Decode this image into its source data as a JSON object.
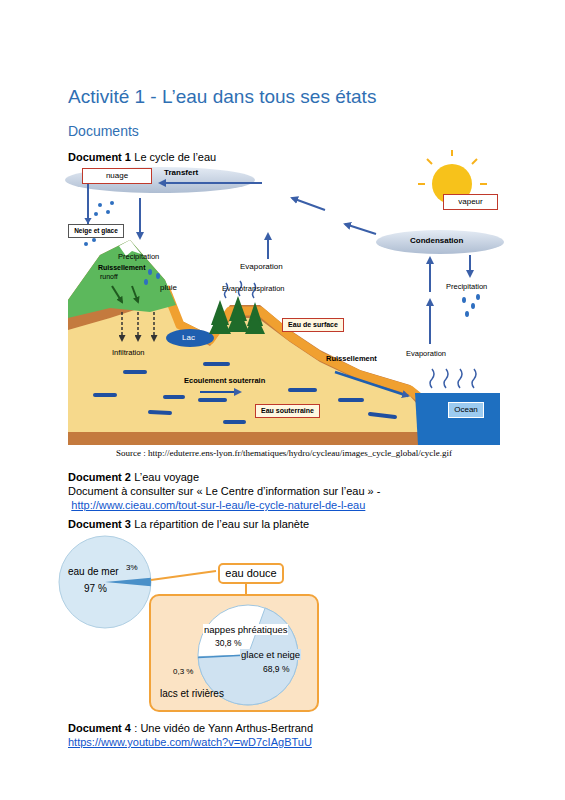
{
  "diagram": {
    "title": "Activité 1 - L’eau dans tous ses états",
    "nodes": [
      {
        "text": [
          "nuage"
        ]
      },
      {
        "text": [
          "Neige et glace"
        ]
      },
      {
        "text": [
          "vapeur"
        ]
      },
      {
        "text": [
          "Eau de surface"
        ]
      },
      {
        "text": [
          "Eau souterraine"
        ]
      },
      {
        "text": [
          "Ocean"
        ]
      },
      {
        "text": [
          "eau douce"
        ]
      }
    ],
    "edges": [
      {
        "from": 0,
        "to": 1,
        "arrow": "to"
      }
    ],
    "labels": [
      "Documents",
      "Document 1",
      "Le cycle de l’eau",
      "Transfert",
      "Precipitation",
      "Ruissellement",
      "runoff",
      "pluie",
      "Evaporation",
      "Evapotranspiration",
      "Lac",
      "Infiltration",
      "Ecoulement souterrain",
      "Ruissellement",
      "Condensation",
      "Precipitation",
      "Evaporation",
      "Source : http://eduterre.ens-lyon.fr/thematiques/hydro/cycleau/images_cycle_global/cycle.gif",
      "Document 2",
      "L’eau voyage",
      "Document à consulter sur « Le Centre d’information sur l’eau » -",
      "http://www.cieau.com/tout-sur-l-eau/le-cycle-naturel-de-l-eau",
      "Document 3",
      "La répartition de l’eau sur la planète",
      "eau de mer",
      "97 %",
      "3%",
      "nappes phréatiques",
      "30,8 %",
      "glace et neige",
      "68,9 %",
      "0,3 %",
      "lacs et rivières",
      "Document 4",
      ": Une vidéo de Yann Arthus-Bertrand",
      "https://www.youtube.com/watch?v=wD7cIAgBTuU"
    ]
  }
}
